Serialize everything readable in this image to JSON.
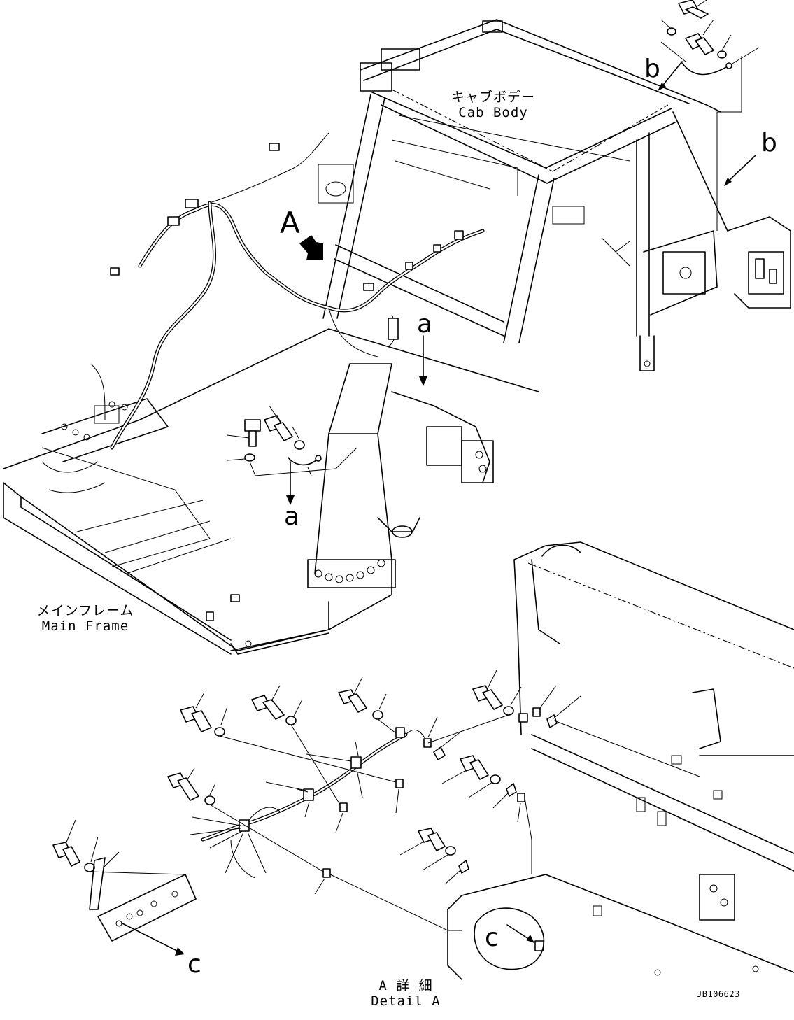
{
  "labels": {
    "cab_body_jp": "キャブボデー",
    "cab_body_en": "Cab Body",
    "main_frame_jp": "メインフレーム",
    "main_frame_en": "Main Frame",
    "detail_jp": "A 詳 細",
    "detail_en": "Detail A",
    "drawing_code": "JB106623"
  },
  "view_markers": {
    "view_a": "A",
    "ref_a_top": "a",
    "ref_a_bottom": "a",
    "ref_b_top": "b",
    "ref_b_right": "b",
    "ref_c_left": "c",
    "ref_c_circle": "c"
  },
  "colors": {
    "line": "#000000",
    "background": "#ffffff"
  },
  "icons": [
    "view-arrow-icon",
    "bolt-icon",
    "washer-icon",
    "clamp-icon",
    "ground-strap-icon"
  ]
}
